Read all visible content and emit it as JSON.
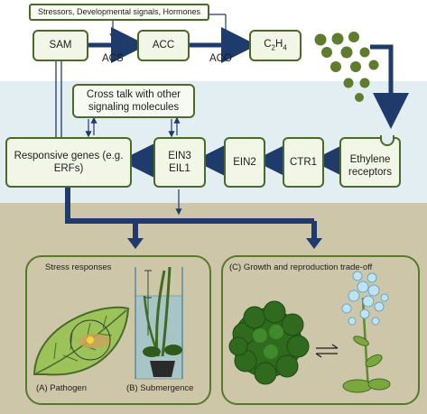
{
  "colors": {
    "band_top": "#ffffff",
    "band_cell": "#e2eef2",
    "band_env": "#cdc6a8",
    "node_border": "#4a6a2a",
    "node_fill": "#f1f6e7",
    "arrow": "#1f3b6b",
    "ethylene_dots": "#5f7b2c"
  },
  "nodes": {
    "signals": "Stressors, Developmental signals, Hormones",
    "sam": "SAM",
    "acc": "ACC",
    "c2h4_main": "C",
    "c2h4_sub1": "2",
    "c2h4_mid": "H",
    "c2h4_sub2": "4",
    "crosstalk": "Cross talk with other signaling molecules",
    "responsive_genes": "Responsive genes (e.g. ERFs)",
    "ein3": "EIN3",
    "eil1": "EIL1",
    "ein2": "EIN2",
    "ctr1": "CTR1",
    "receptors": "Ethylene receptors"
  },
  "enzymes": {
    "acs": "ACS",
    "aco": "ACO"
  },
  "panels": {
    "stress_title": "Stress responses",
    "growth_title": "(C) Growth and reproduction trade-off",
    "pathogen_caption": "(A) Pathogen",
    "submergence_caption": "(B) Submergence"
  }
}
